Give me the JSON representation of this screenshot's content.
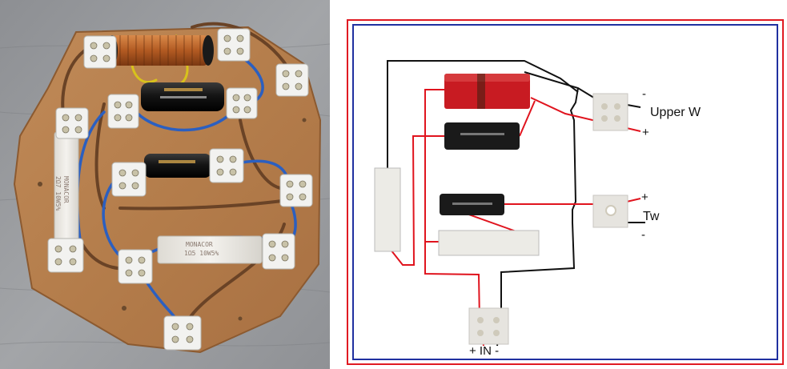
{
  "photo": {
    "resistor_1_print": [
      "MONACOR",
      "2Ω7 10W5%"
    ],
    "resistor_2_print": [
      "MONACOR",
      "1Ω5 10W5%"
    ]
  },
  "schematic": {
    "labels": {
      "upper_w_minus": "-",
      "upper_w": "Upper W",
      "upper_w_plus": "+",
      "tw_plus": "+",
      "tw": "Tw",
      "tw_minus": "-",
      "input": "+ IN -"
    },
    "colors": {
      "positive": "#e0141e",
      "negative": "#111111",
      "frame_outer": "#e01a22",
      "frame_inner": "#2030a0"
    }
  }
}
